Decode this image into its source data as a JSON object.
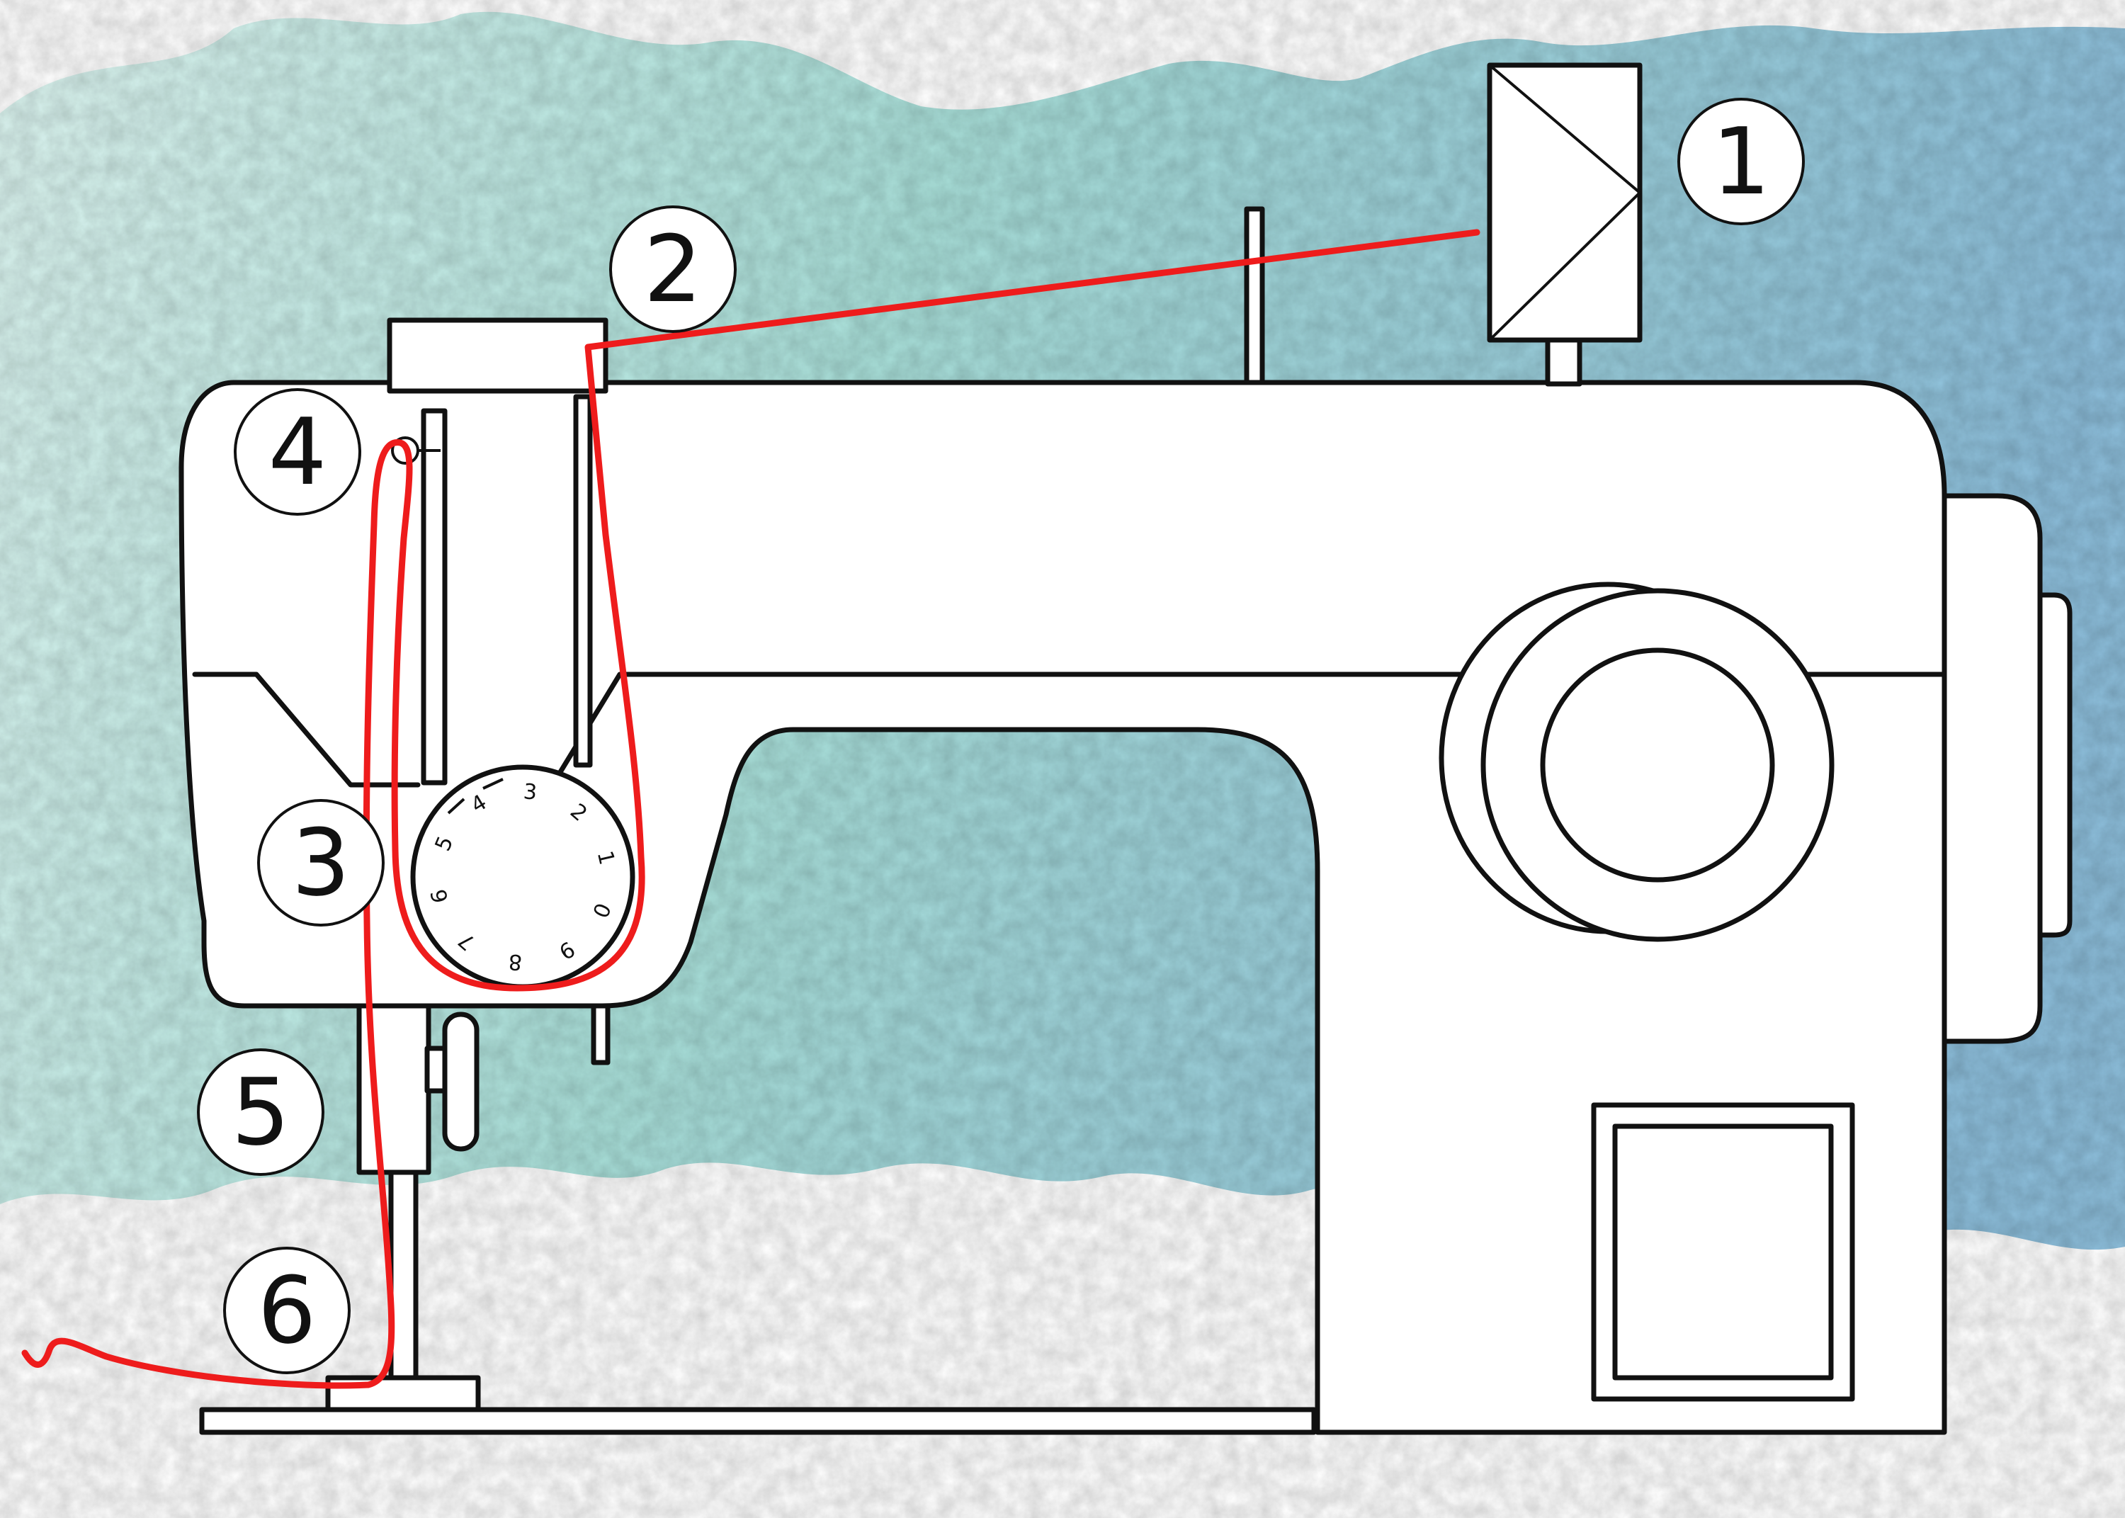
{
  "diagram": {
    "subject": "sewing machine threading path",
    "colors": {
      "thread": "#ee1c1c",
      "outline": "#111111",
      "machine_fill": "#ffffff",
      "watercolor_light": "#d9f4ef",
      "watercolor_mid": "#9fdcd5",
      "watercolor_blue": "#7fb6d6"
    },
    "steps": [
      {
        "label": "1",
        "part": "spool pin"
      },
      {
        "label": "2",
        "part": "thread guide"
      },
      {
        "label": "3",
        "part": "tension dial"
      },
      {
        "label": "4",
        "part": "take-up lever"
      },
      {
        "label": "5",
        "part": "needle bar guide"
      },
      {
        "label": "6",
        "part": "needle"
      }
    ],
    "tension_dial_numbers": [
      "3",
      "2",
      "1",
      "0",
      "9",
      "8",
      "7",
      "6",
      "5",
      "4"
    ]
  }
}
